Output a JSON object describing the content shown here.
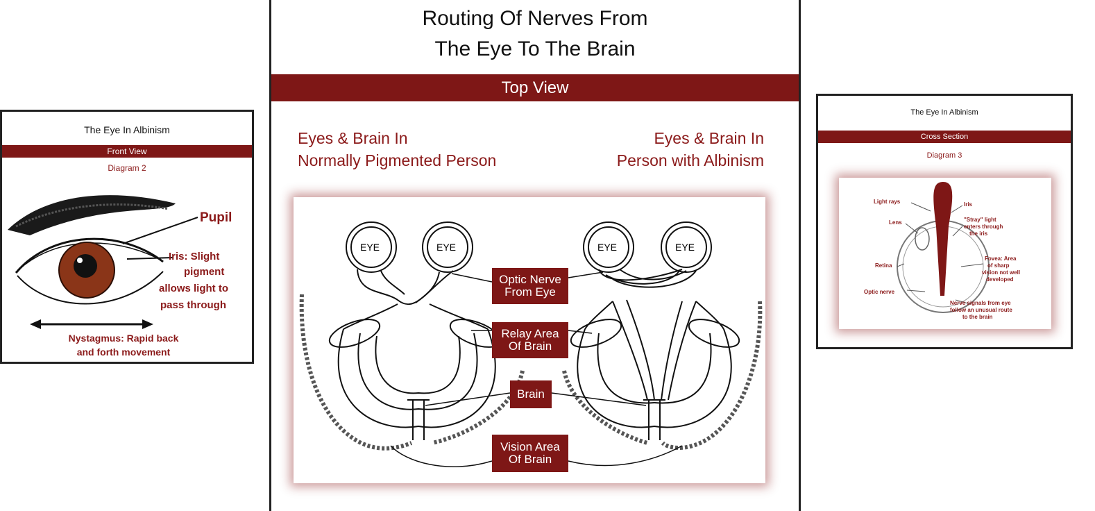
{
  "left_panel": {
    "title": "The Eye In Albinism",
    "band": "Front View",
    "diagram_label": "Diagram 2",
    "labels": {
      "pupil": "Pupil",
      "iris_l1": "Iris: Slight",
      "iris_l2": "pigment",
      "iris_l3": "allows light to",
      "iris_l4": "pass through",
      "nys_l1": "Nystagmus: Rapid back",
      "nys_l2": "and forth movement"
    }
  },
  "center_panel": {
    "title_l1": "Routing Of Nerves From",
    "title_l2": "The Eye To The Brain",
    "band": "Top View",
    "left_heading_l1": "Eyes & Brain In",
    "left_heading_l2": "Normally Pigmented Person",
    "right_heading_l1": "Eyes & Brain In",
    "right_heading_l2": "Person with Albinism",
    "eye_label": "EYE",
    "tags": {
      "optic_l1": "Optic Nerve",
      "optic_l2": "From Eye",
      "relay_l1": "Relay Area",
      "relay_l2": "Of Brain",
      "brain": "Brain",
      "vision_l1": "Vision Area",
      "vision_l2": "Of Brain"
    }
  },
  "right_panel": {
    "title": "The Eye In Albinism",
    "band": "Cross Section",
    "diagram_label": "Diagram 3",
    "labels": {
      "light_rays": "Light rays",
      "iris": "Iris",
      "lens": "Lens",
      "stray_l1": "\"Stray\" light",
      "stray_l2": "enters through",
      "stray_l3": "the iris",
      "retina": "Retina",
      "fovea_l1": "Fovea: Area",
      "fovea_l2": "of sharp",
      "fovea_l3": "vision not well",
      "fovea_l4": "developed",
      "optic_nerve": "Optic nerve",
      "nerve_l1": "Nerve signals from eye",
      "nerve_l2": "follow an unusual route",
      "nerve_l3": "to the brain"
    }
  },
  "colors": {
    "accent": "#7e1716",
    "text_red": "#8b1a1a"
  }
}
